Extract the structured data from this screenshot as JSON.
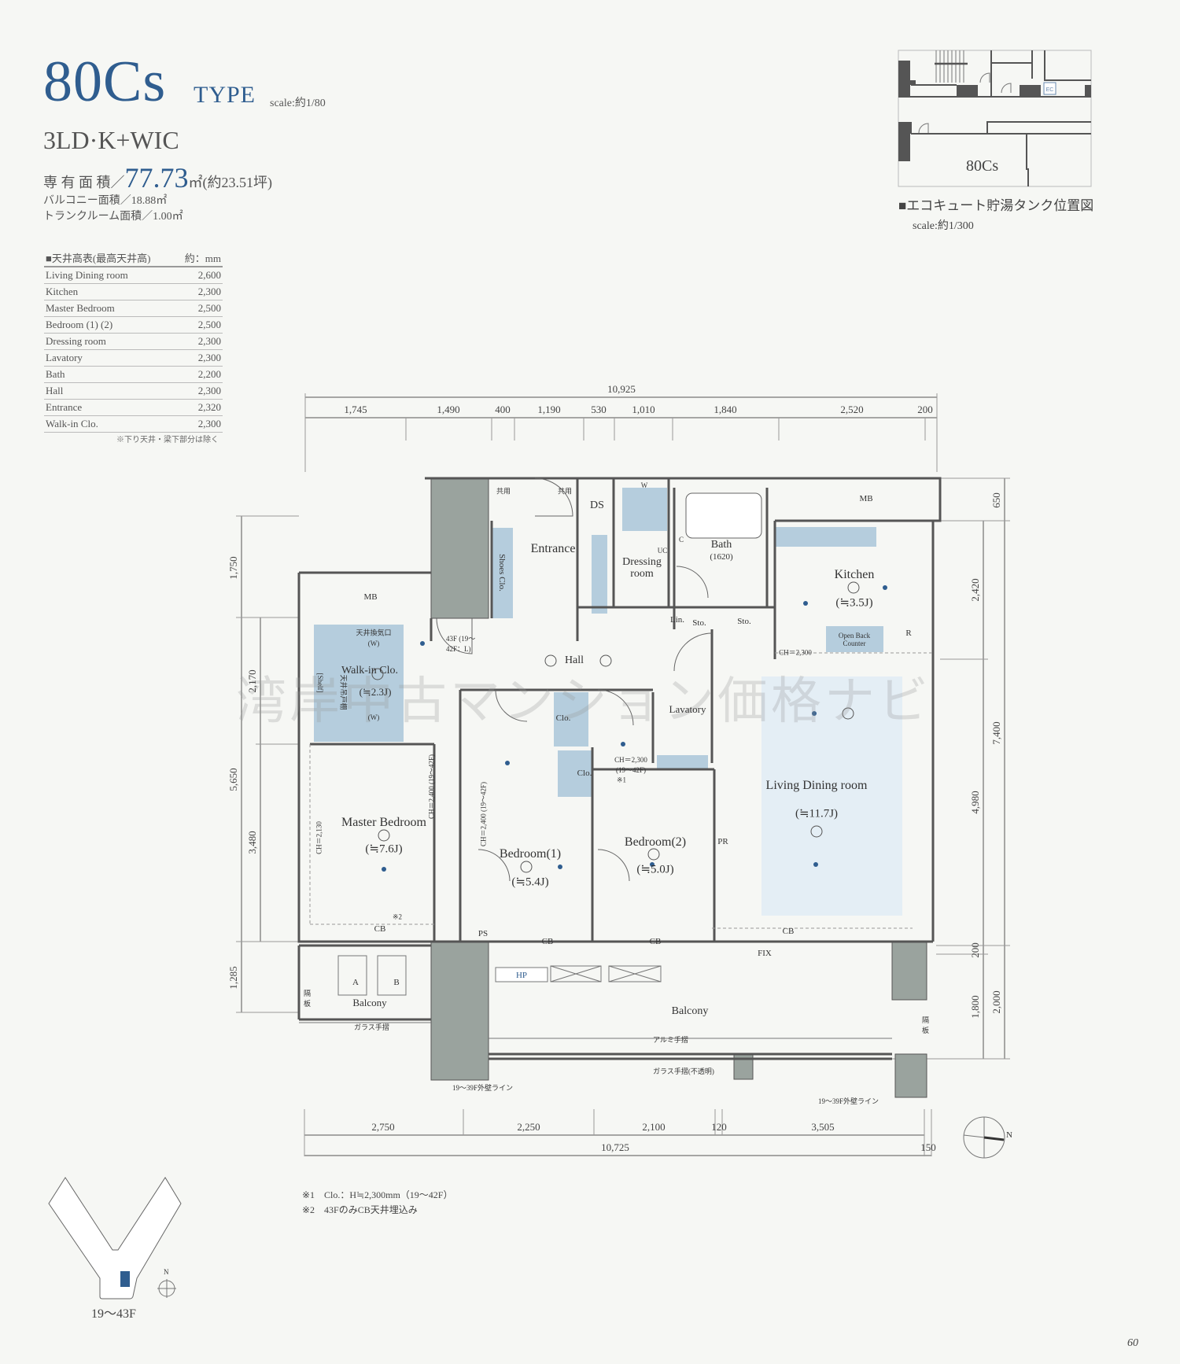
{
  "header": {
    "type_code": "80Cs",
    "type_word": "TYPE",
    "scale": "scale:約1/80",
    "layout": "3LD·K+WIC",
    "area_label": "専 有 面 積／",
    "area_value": "77.73",
    "area_unit": "㎡(約23.51坪)",
    "balcony_area": "バルコニー面積／18.88㎡",
    "trunk_area": "トランクルーム面積／1.00㎡"
  },
  "ceiling_table": {
    "title": "■天井高表(最高天井高)",
    "unit": "約：mm",
    "rows": [
      {
        "room": "Living Dining room",
        "value": "2,600"
      },
      {
        "room": "Kitchen",
        "value": "2,300"
      },
      {
        "room": "Master Bedroom",
        "value": "2,500"
      },
      {
        "room": "Bedroom (1) (2)",
        "value": "2,500"
      },
      {
        "room": "Dressing room",
        "value": "2,300"
      },
      {
        "room": "Lavatory",
        "value": "2,300"
      },
      {
        "room": "Bath",
        "value": "2,200"
      },
      {
        "room": "Hall",
        "value": "2,300"
      },
      {
        "room": "Entrance",
        "value": "2,320"
      },
      {
        "room": "Walk-in Clo.",
        "value": "2,300"
      }
    ],
    "note": "※下り天井・梁下部分は除く"
  },
  "key_plan": {
    "unit_label": "80Cs",
    "ec_label": "EC",
    "caption": "■エコキュート貯湯タンク位置図",
    "scale": "scale:約1/300"
  },
  "dimensions": {
    "top_total": "10,925",
    "top": [
      "1,745",
      "1,490",
      "400",
      "1,190",
      "530",
      "1,010",
      "1,840",
      "2,520",
      "200"
    ],
    "bottom": [
      "2,750",
      "2,250",
      "2,100",
      "120",
      "3,505"
    ],
    "bottom_total": "10,725",
    "bottom_extra": "150",
    "left_outer": [
      "1,750",
      "5,650",
      "1,285"
    ],
    "left_inner": [
      "2,170",
      "3,480"
    ],
    "right_outer": [
      "650",
      "7,400",
      "2,000"
    ],
    "right_inner": [
      "2,420",
      "4,980",
      "200",
      "1,800"
    ]
  },
  "rooms": {
    "entrance": "Entrance",
    "shoes": "Shoes Clo.",
    "ds": "DS",
    "dressing": "Dressing room",
    "bath": "Bath",
    "bath_size": "(1620)",
    "kitchen": "Kitchen",
    "kitchen_size": "(≒3.5J)",
    "mb_top": "MB",
    "mb_left": "MB",
    "hall": "Hall",
    "wic": "Walk-in Clo.",
    "wic_size": "(≒2.3J)",
    "shelf": "[Shelf]",
    "master": "Master Bedroom",
    "master_size": "(≒7.6J)",
    "bed1": "Bedroom(1)",
    "bed1_size": "(≒5.4J)",
    "bed2": "Bedroom(2)",
    "bed2_size": "(≒5.0J)",
    "ld": "Living Dining room",
    "ld_size": "(≒11.7J)",
    "lavatory": "Lavatory",
    "clo1": "Clo.",
    "clo2": "Clo.",
    "open_back_counter": "Open Back Counter",
    "balcony_left": "Balcony",
    "balcony_main": "Balcony",
    "lin": "Lin.",
    "sto1": "Sto.",
    "sto2": "Sto.",
    "w": "W",
    "uc": "UC",
    "r": "R",
    "c": "C",
    "pr": "PR",
    "ps": "PS",
    "hp": "HP",
    "a": "A",
    "b": "B",
    "fix": "FIX",
    "cb": [
      "CB",
      "CB",
      "CB",
      "CB"
    ]
  },
  "annotations": {
    "ch_kitchen": "CH＝2,300",
    "ch_hall": "CH＝2,300 (19〜42F)",
    "ch_master": "CH＝2,400 (19〜42F)",
    "ch_master2": "CH＝2,130",
    "ch_bed1": "CH＝2,400 (19〜42F)",
    "note1_mark": "※1",
    "note2_mark": "※2",
    "vent": "天井換気口",
    "wic_w_top": "(W)",
    "wic_w_bottom": "(W)",
    "hanger": "天井吊戸棚",
    "floor43": "43F (19〜42F：L)",
    "alu_rail": "アルミ手摺",
    "glass_rail_opaque": "ガラス手摺(不透明)",
    "glass_rail": "ガラス手摺",
    "wall_line_left": "19〜39F外壁ライン",
    "wall_line_right": "19〜39F外壁ライン",
    "partition_left": "隔板",
    "partition_right": "隔板",
    "shared1": "共用",
    "shared2": "共用"
  },
  "footnotes": [
    "※1　Clo.：H≒2,300mm（19〜42F）",
    "※2　43FのみCB天井埋込み"
  ],
  "building": {
    "floors": "19〜43F",
    "north": "N"
  },
  "compass": {
    "north": "N"
  },
  "page_number": "60",
  "watermark": "湾岸中古マンション価格ナビ",
  "colors": {
    "accent": "#2f5d8f",
    "wet_area": "#b5cddd",
    "ld_floor": "#e4eef5",
    "column": "#9aa39e"
  }
}
